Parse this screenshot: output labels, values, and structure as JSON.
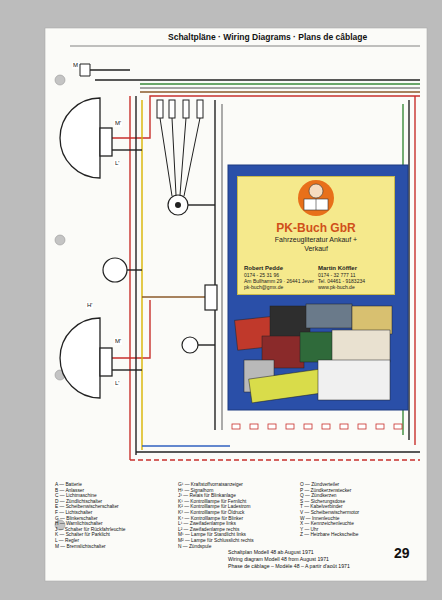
{
  "diagram": {
    "title": "Schaltpläne · Wiring Diagrams · Plans de câblage",
    "nodes": [
      {
        "text": [
          "PK-Buch GbR",
          "Fahrzeugliteratur Ankauf + Verkauf"
        ]
      },
      {
        "text": [
          "Robert Pedde",
          "0174 - 25 31 96",
          "Am Bullhamm 29 · 26441 Jever",
          "pk-buch@gmx.de"
        ],
        "in": 0
      },
      {
        "text": [
          "Martin Köffler",
          "0174 - 32 777 11",
          "Tel. 04461 - 9183234",
          "www.pk-buch.de"
        ],
        "in": 0
      }
    ],
    "labels": [
      "Schaltplan Modell 48 ab August 1971",
      "Wiring diagram Modell 48 from August 1971",
      "Phase de câblage – Modèle 48 – A partir d'août 1971",
      "29",
      "M",
      "M'",
      "L'",
      "H'",
      "M'",
      "L'",
      "A — Batterie",
      "B — Anlasser",
      "C — Lichtmaschine",
      "D — Zündlichtschalter",
      "E — Scheibenwischerschalter",
      "F — Lichtschalter",
      "G — Blinkerschalter",
      "H — Warnlichtschalter",
      "J — Schalter für Rückfahrleuchte",
      "K — Schalter für Parklicht",
      "L — Regler",
      "M — Bremslichtschalter",
      "G¹ — Kraftstoffvorratsanzeiger",
      "H¹ — Signalhorn",
      "J¹ — Relais für Blinkanlage",
      "K¹ — Kontrolllampe für Fernlicht",
      "K² — Kontrolllampe für Ladestrom",
      "K³ — Kontrolllampe für Öldruck",
      "K⁴ — Kontrolllampe für Blinker",
      "L¹ — Zweifadenlampe links",
      "L² — Zweifadenlampe rechts",
      "M¹ — Lampe für Standlicht links",
      "M² — Lampe für Schlusslicht rechts",
      "N — Zündspule",
      "O — Zündverteiler",
      "P — Zündkerzenstecker",
      "Q — Zündkerzen",
      "S — Sicherungsdose",
      "T — Kabelverbinder",
      "V — Scheibenwischermotor",
      "W — Innenleuchte",
      "X — Kennzeichenleuchte",
      "Y — Uhr",
      "Z — Heizbare Heckscheibe"
    ]
  }
}
